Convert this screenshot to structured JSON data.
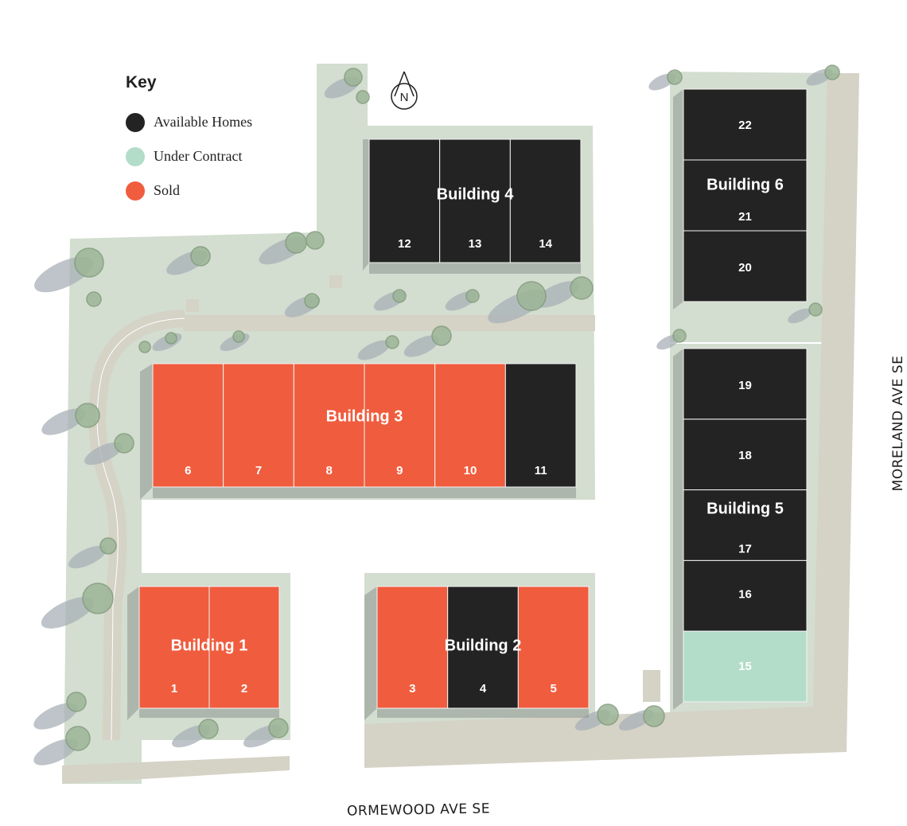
{
  "key": {
    "title": "Key",
    "items": [
      {
        "label": "Available Homes",
        "status": "available"
      },
      {
        "label": "Under Contract",
        "status": "contract"
      },
      {
        "label": "Sold",
        "status": "sold"
      }
    ]
  },
  "colors": {
    "available": "#232323",
    "contract": "#b3ddc9",
    "sold": "#f05c3e",
    "landscape": "#d3ddd0",
    "road": "#d5d2c6",
    "tree": "#9cb597"
  },
  "compass": {
    "label": "N"
  },
  "streets": {
    "bottom": "ORMEWOOD AVE SE",
    "right": "MORELAND AVE SE"
  },
  "buildings": [
    {
      "name": "Building 1",
      "units": [
        {
          "number": "1",
          "status": "sold"
        },
        {
          "number": "2",
          "status": "sold"
        }
      ]
    },
    {
      "name": "Building 2",
      "units": [
        {
          "number": "3",
          "status": "sold"
        },
        {
          "number": "4",
          "status": "available"
        },
        {
          "number": "5",
          "status": "sold"
        }
      ]
    },
    {
      "name": "Building 3",
      "units": [
        {
          "number": "6",
          "status": "sold"
        },
        {
          "number": "7",
          "status": "sold"
        },
        {
          "number": "8",
          "status": "sold"
        },
        {
          "number": "9",
          "status": "sold"
        },
        {
          "number": "10",
          "status": "sold"
        },
        {
          "number": "11",
          "status": "available"
        }
      ]
    },
    {
      "name": "Building 4",
      "units": [
        {
          "number": "12",
          "status": "available"
        },
        {
          "number": "13",
          "status": "available"
        },
        {
          "number": "14",
          "status": "available"
        }
      ]
    },
    {
      "name": "Building 5",
      "units": [
        {
          "number": "19",
          "status": "available"
        },
        {
          "number": "18",
          "status": "available"
        },
        {
          "number": "17",
          "status": "available"
        },
        {
          "number": "16",
          "status": "available"
        },
        {
          "number": "15",
          "status": "contract"
        }
      ]
    },
    {
      "name": "Building 6",
      "units": [
        {
          "number": "22",
          "status": "available"
        },
        {
          "number": "21",
          "status": "available"
        },
        {
          "number": "20",
          "status": "available"
        }
      ]
    }
  ]
}
